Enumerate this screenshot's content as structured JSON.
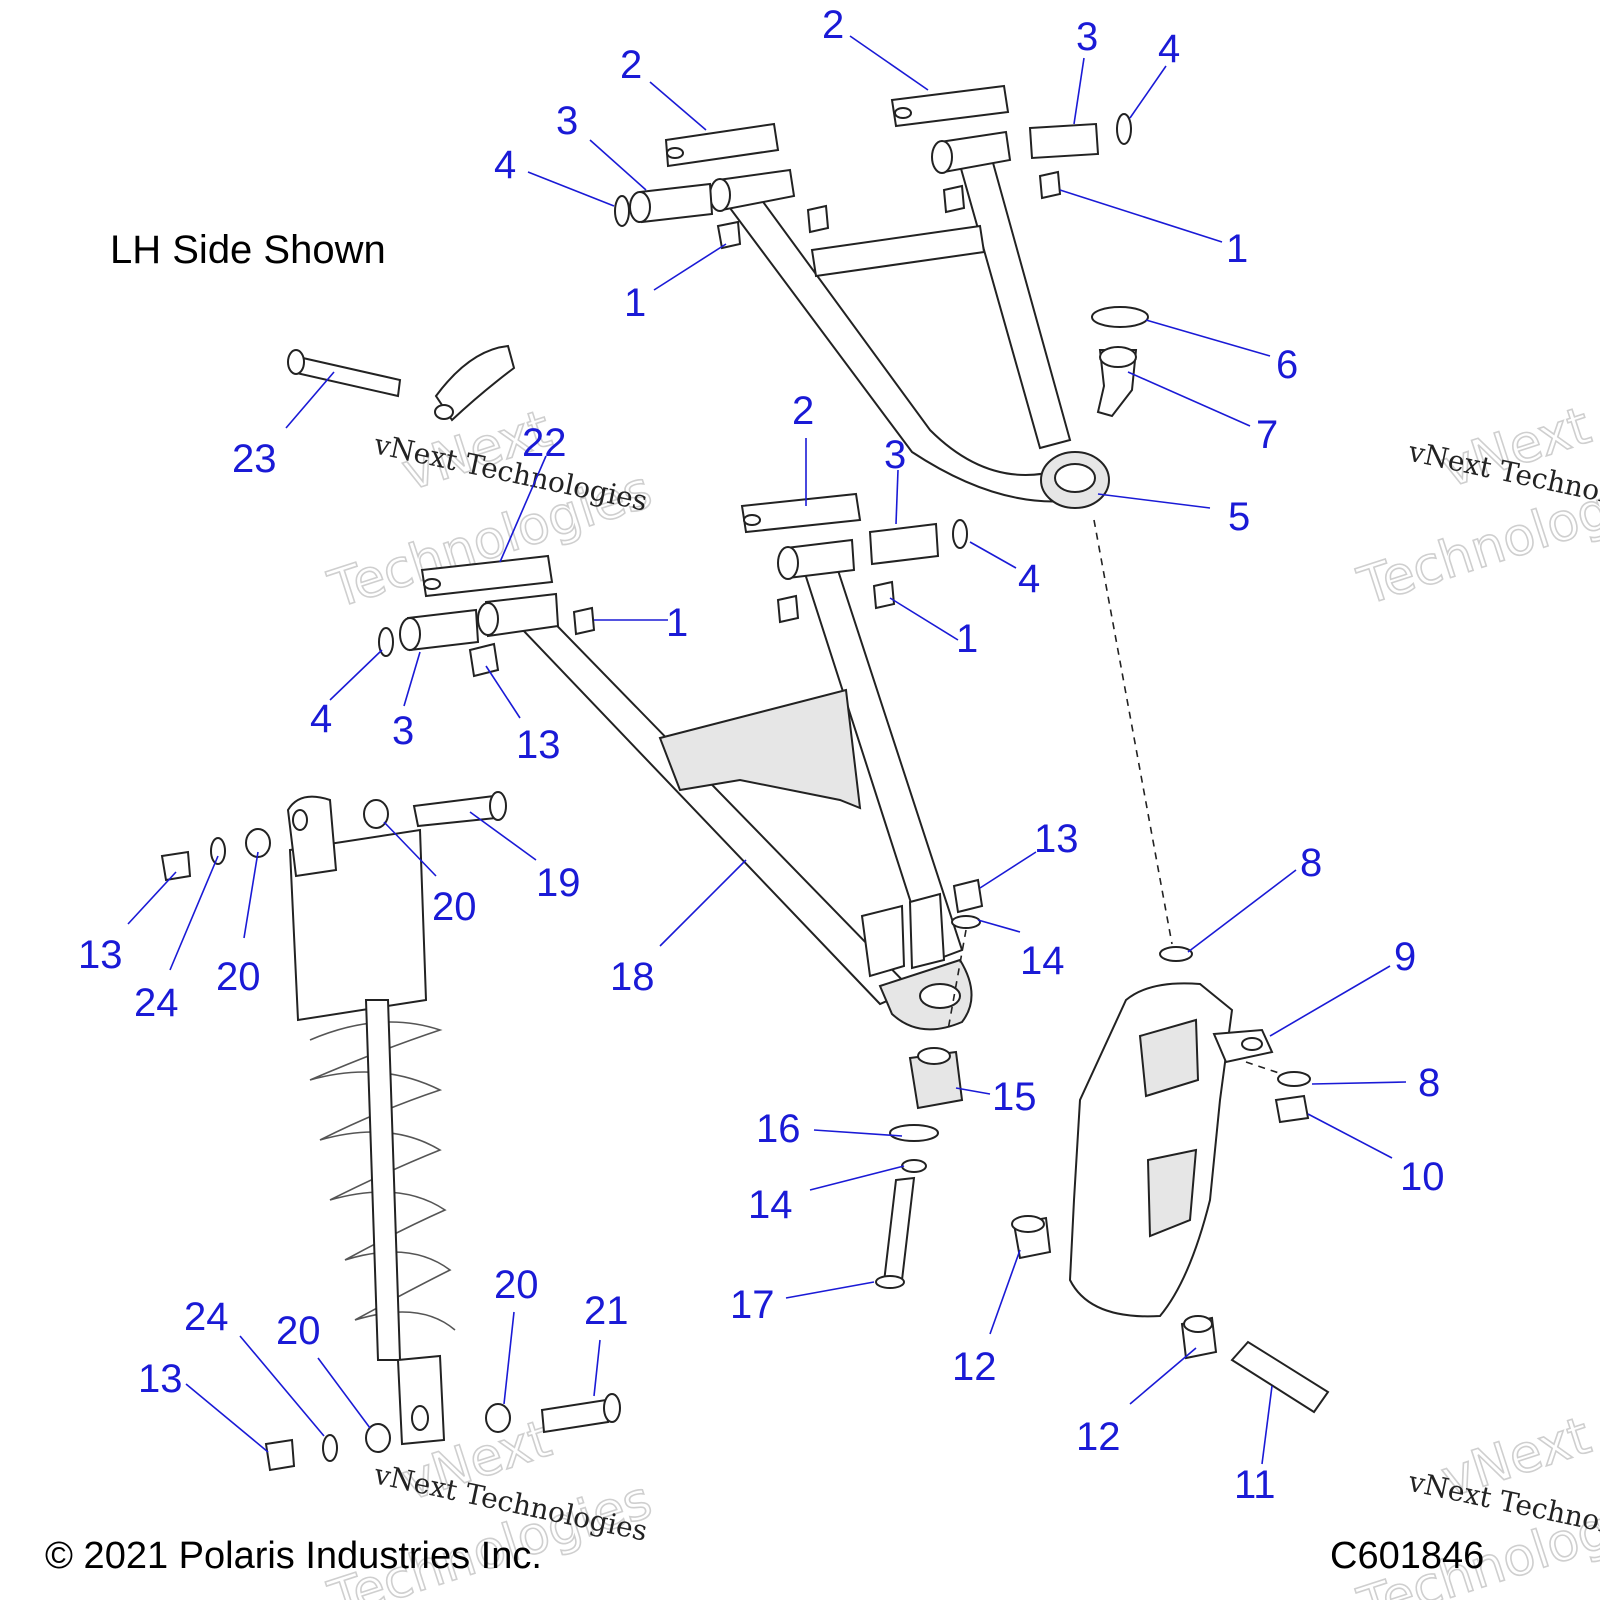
{
  "heading": "LH Side Shown",
  "copyright": "© 2021 Polaris Industries Inc.",
  "figure_number": "C601846",
  "watermark": {
    "brand": "vNext",
    "company": "Technologies",
    "full": "vNext Technologies"
  },
  "callouts": [
    {
      "id": "c-2-a",
      "label": "2"
    },
    {
      "id": "c-3-a",
      "label": "3"
    },
    {
      "id": "c-4-a",
      "label": "4"
    },
    {
      "id": "c-2-b",
      "label": "2"
    },
    {
      "id": "c-3-b",
      "label": "3"
    },
    {
      "id": "c-4-b",
      "label": "4"
    },
    {
      "id": "c-1-a",
      "label": "1"
    },
    {
      "id": "c-1-b",
      "label": "1"
    },
    {
      "id": "c-6",
      "label": "6"
    },
    {
      "id": "c-7",
      "label": "7"
    },
    {
      "id": "c-5",
      "label": "5"
    },
    {
      "id": "c-23",
      "label": "23"
    },
    {
      "id": "c-22",
      "label": "22"
    },
    {
      "id": "c-2-c",
      "label": "2"
    },
    {
      "id": "c-3-c",
      "label": "3"
    },
    {
      "id": "c-4-c",
      "label": "4"
    },
    {
      "id": "c-1-c",
      "label": "1"
    },
    {
      "id": "c-1-d",
      "label": "1"
    },
    {
      "id": "c-4-d",
      "label": "4"
    },
    {
      "id": "c-3-d",
      "label": "3"
    },
    {
      "id": "c-13-a",
      "label": "13"
    },
    {
      "id": "c-19",
      "label": "19"
    },
    {
      "id": "c-20-a",
      "label": "20"
    },
    {
      "id": "c-13-b",
      "label": "13"
    },
    {
      "id": "c-24-a",
      "label": "24"
    },
    {
      "id": "c-20-b",
      "label": "20"
    },
    {
      "id": "c-18",
      "label": "18"
    },
    {
      "id": "c-13-c",
      "label": "13"
    },
    {
      "id": "c-14-a",
      "label": "14"
    },
    {
      "id": "c-8-a",
      "label": "8"
    },
    {
      "id": "c-9",
      "label": "9"
    },
    {
      "id": "c-8-b",
      "label": "8"
    },
    {
      "id": "c-10",
      "label": "10"
    },
    {
      "id": "c-15",
      "label": "15"
    },
    {
      "id": "c-16",
      "label": "16"
    },
    {
      "id": "c-14-b",
      "label": "14"
    },
    {
      "id": "c-17",
      "label": "17"
    },
    {
      "id": "c-12-a",
      "label": "12"
    },
    {
      "id": "c-12-b",
      "label": "12"
    },
    {
      "id": "c-11",
      "label": "11"
    },
    {
      "id": "c-20-c",
      "label": "20"
    },
    {
      "id": "c-21",
      "label": "21"
    },
    {
      "id": "c-24-b",
      "label": "24"
    },
    {
      "id": "c-20-d",
      "label": "20"
    },
    {
      "id": "c-13-d",
      "label": "13"
    }
  ]
}
